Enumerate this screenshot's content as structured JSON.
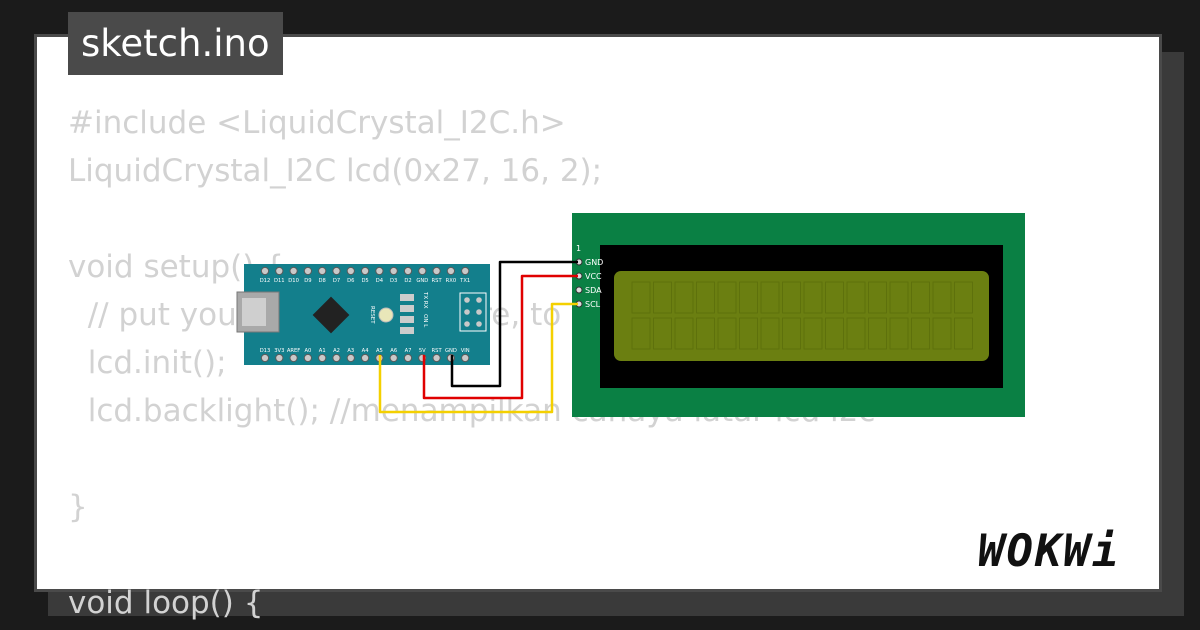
{
  "file_tab": "sketch.ino",
  "code_lines": [
    "#include <LiquidCrystal_I2C.h>",
    "LiquidCrystal_I2C lcd(0x27, 16, 2);",
    "",
    "void setup() {",
    "  // put your setup code here, to run once:",
    "  lcd.init();",
    "  lcd.backlight(); //menampilkan cahaya latar lcd i2c",
    "",
    "}",
    "",
    "void loop() {"
  ],
  "arduino": {
    "top_pins": [
      "D12",
      "D11",
      "D10",
      "D9",
      "D8",
      "D7",
      "D6",
      "D5",
      "D4",
      "D3",
      "D2",
      "GND",
      "RST",
      "RX0",
      "TX1"
    ],
    "bottom_pins": [
      "D13",
      "3V3",
      "AREF",
      "A0",
      "A1",
      "A2",
      "A3",
      "A4",
      "A5",
      "A6",
      "A7",
      "5V",
      "RST",
      "GND",
      "VIN"
    ],
    "labels": {
      "reset": "RESET",
      "txrx": "TX RX",
      "onl": "ON L"
    }
  },
  "lcd": {
    "pin_number": "1",
    "pins": [
      "GND",
      "VCC",
      "SDA",
      "SCL"
    ],
    "columns": 16,
    "rows": 2
  },
  "wire_colors": {
    "gnd": "#000000",
    "vcc": "#e00000",
    "scl": "#f4d000",
    "sda": "#f4d000"
  },
  "colors": {
    "arduino_board": "#137f8c",
    "lcd_board": "#0a8044",
    "lcd_screen": "#6b7f11"
  },
  "brand": "WOKWi"
}
